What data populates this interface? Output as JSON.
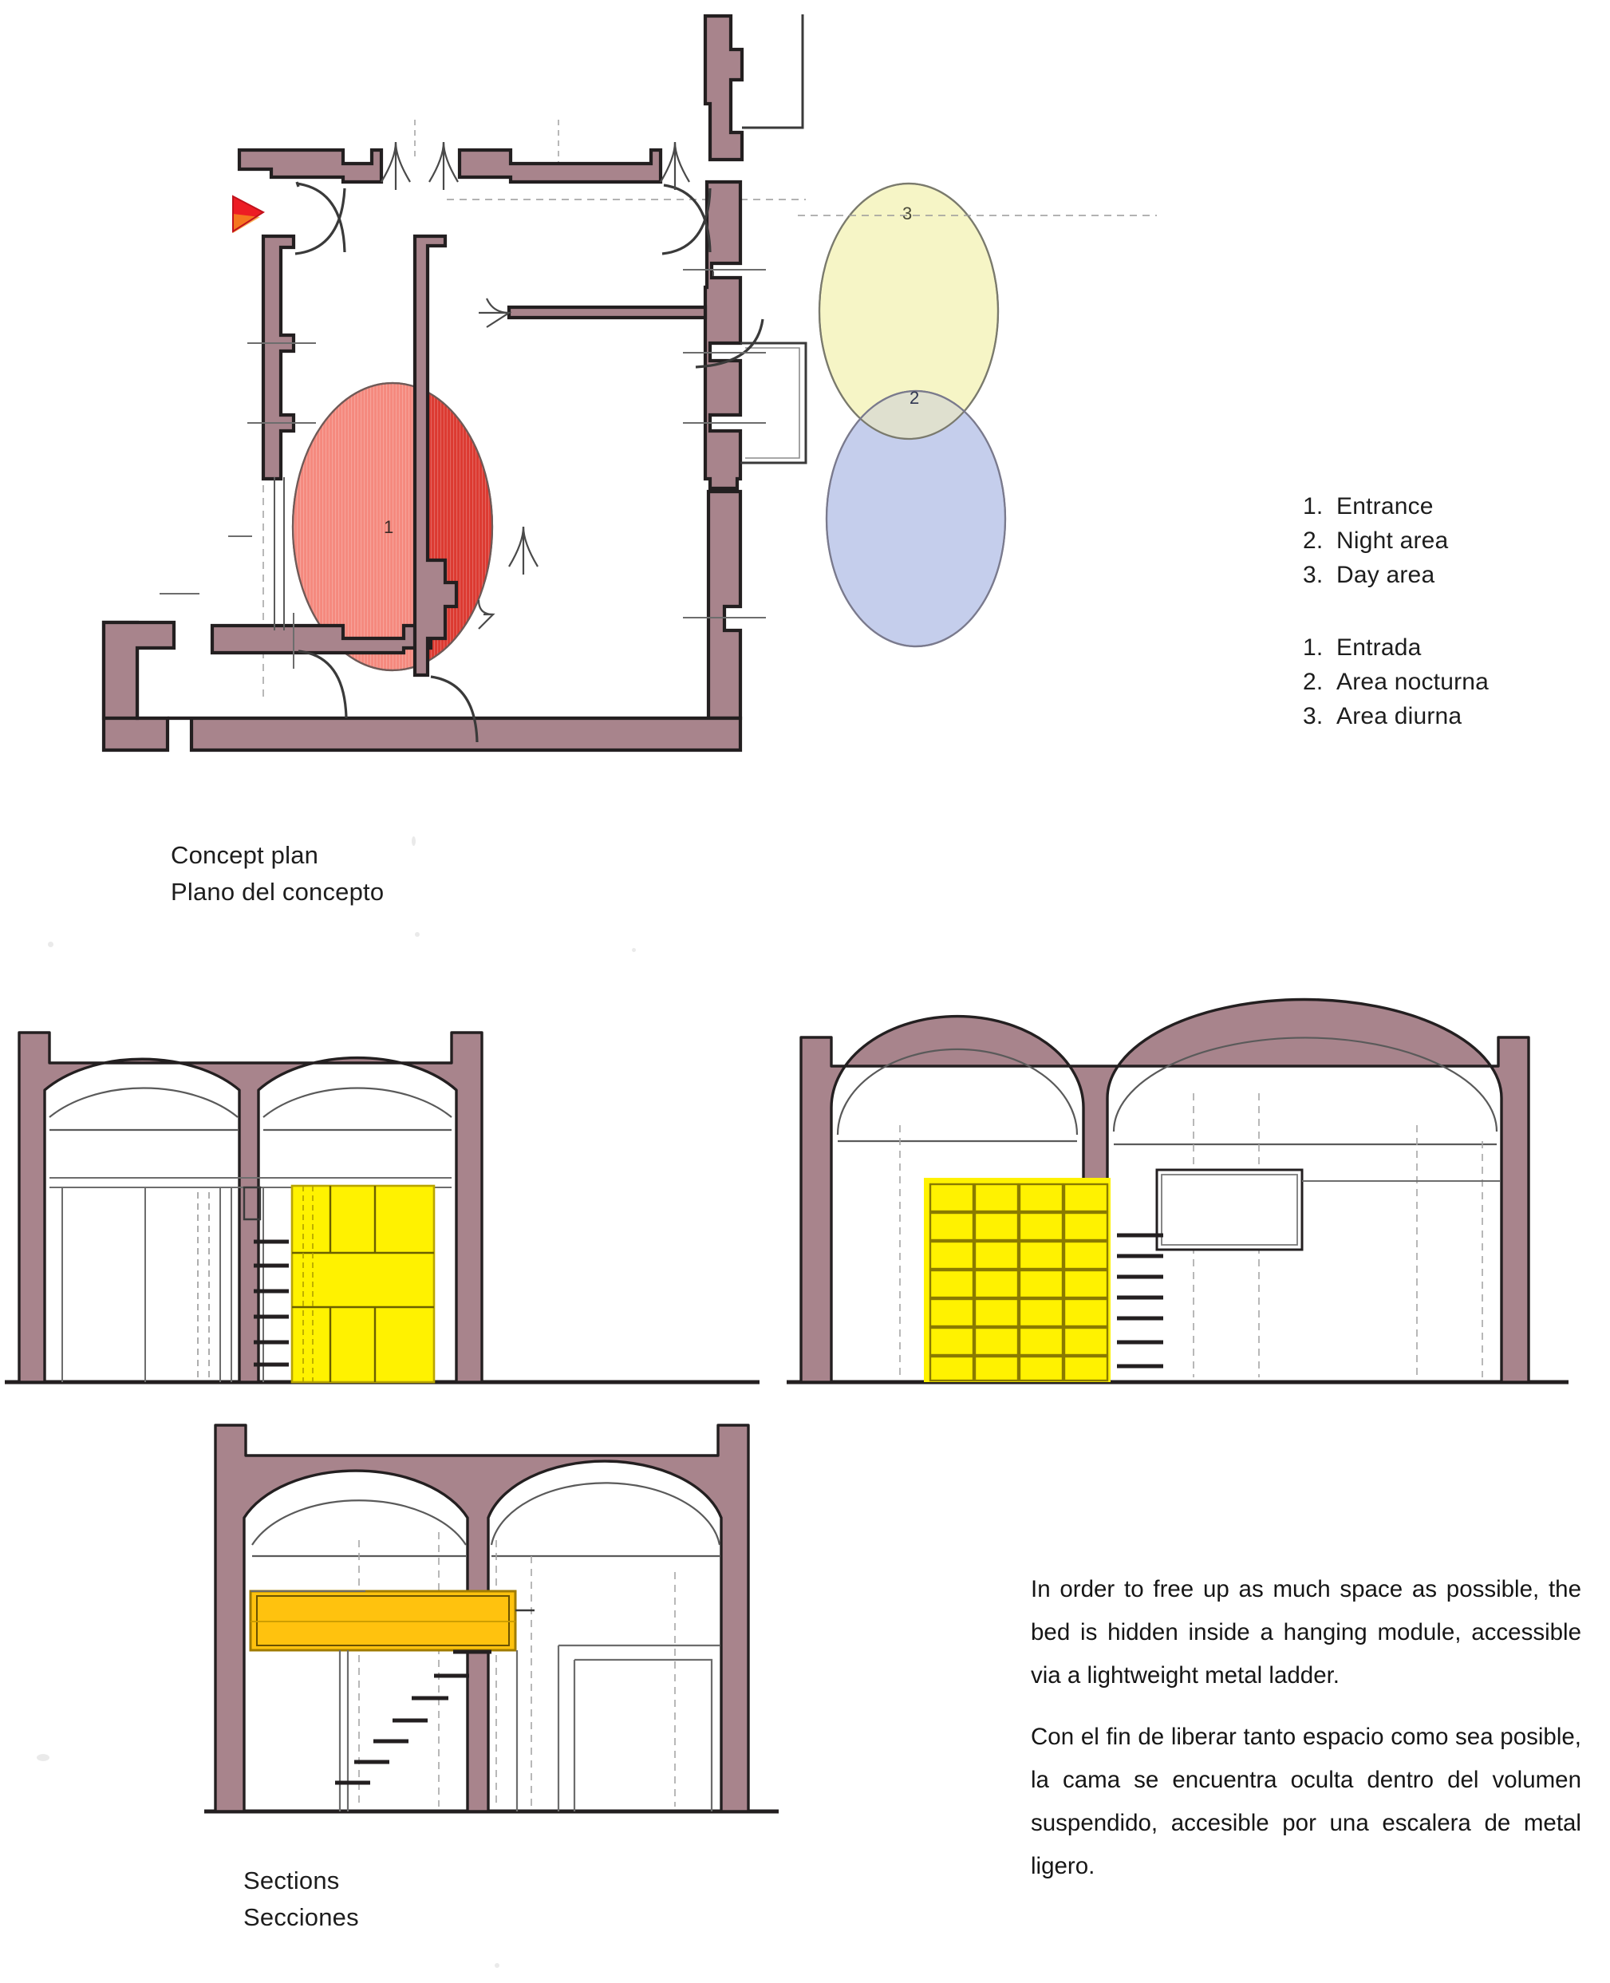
{
  "document": {
    "type": "architectural-drawing-sheet",
    "language": "bilingual-en-es"
  },
  "legend": {
    "english": [
      {
        "num": "1.",
        "label": "Entrance"
      },
      {
        "num": "2.",
        "label": "Night area"
      },
      {
        "num": "3.",
        "label": "Day area"
      }
    ],
    "spanish": [
      {
        "num": "1.",
        "label": "Entrada"
      },
      {
        "num": "2.",
        "label": "Area nocturna"
      },
      {
        "num": "3.",
        "label": "Area diurna"
      }
    ]
  },
  "captions": {
    "plan_en": "Concept plan",
    "plan_es": "Plano del concepto",
    "sections_en": "Sections",
    "sections_es": "Secciones"
  },
  "paragraphs": {
    "english": "In order to free up as much space as possible, the bed is hidden inside a hanging module, accessible via a lightweight metal ladder.",
    "spanish": "Con el fin de liberar tanto espacio como sea posible, la cama se encuentra oculta dentro del volumen suspendido, accesible por una escalera de metal ligero."
  },
  "plan": {
    "zone_labels": {
      "entrance": "1",
      "night": "2",
      "day": "3"
    },
    "entrance_marker": "red-arrow"
  },
  "colors": {
    "wall_fill": "#a8848c",
    "wall_stroke": "#231f20",
    "zone_entrance": "#f5897e",
    "zone_entrance_dark": "#d9342b",
    "zone_day": "#f6f5c6",
    "zone_night": "#c5ceec",
    "zone_overlap": "#d9dbc9",
    "module_yellow": "#fff200",
    "module_orange": "#ffc20e",
    "arrow_red": "#ed1c24",
    "line_gray": "#6d6d6d",
    "text": "#1d1d1d"
  }
}
